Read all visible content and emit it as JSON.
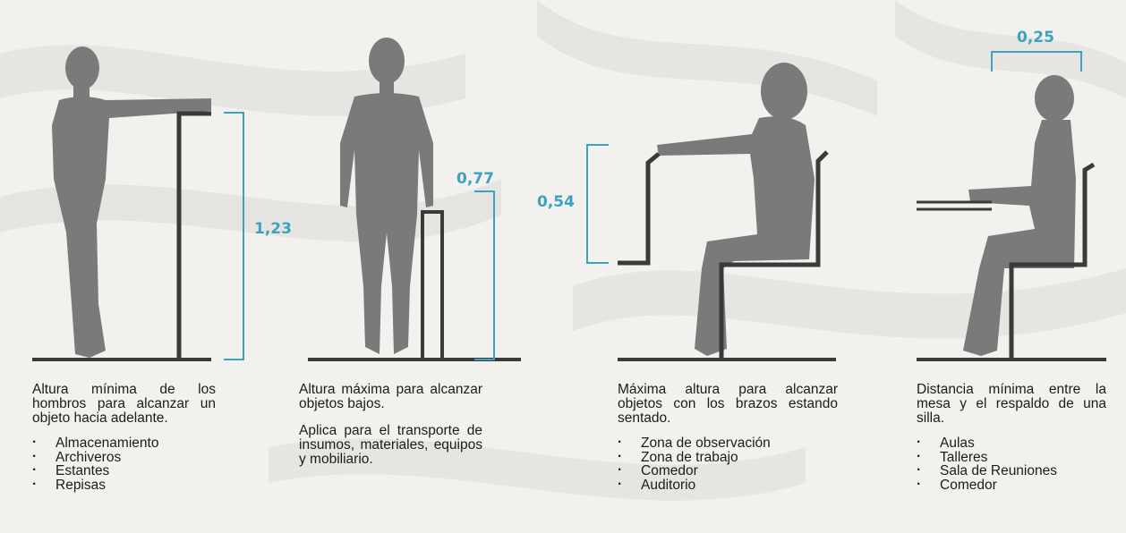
{
  "panels": [
    {
      "dimension": "1,23",
      "description": "Altura mínima de los hombros para alcanzar un objeto hacia adelante.",
      "items": [
        "Almacenamiento",
        "Archiveros",
        "Estantes",
        "Repisas"
      ]
    },
    {
      "dimension": "0,77",
      "description": "Altura máxima para alcanzar objetos bajos.",
      "extra": "Aplica para el transporte de insumos, materiales, equipos y mobiliario.",
      "items": []
    },
    {
      "dimension": "0,54",
      "description": "Máxima altura para alcanzar objetos con los brazos estando sentado.",
      "items": [
        "Zona de observación",
        "Zona de trabajo",
        "Comedor",
        "Auditorio"
      ]
    },
    {
      "dimension": "0,25",
      "description": "Distancia mínima entre la mesa y el respaldo de una silla.",
      "items": [
        "Aulas",
        "Talleres",
        "Sala de Reuniones",
        "Comedor"
      ]
    }
  ],
  "colors": {
    "accent": "#3ba3c0",
    "figure": "#7a7a7a",
    "furniture": "#3a3a3a",
    "text": "#1c1c1c",
    "background": "#f2f1ee"
  }
}
